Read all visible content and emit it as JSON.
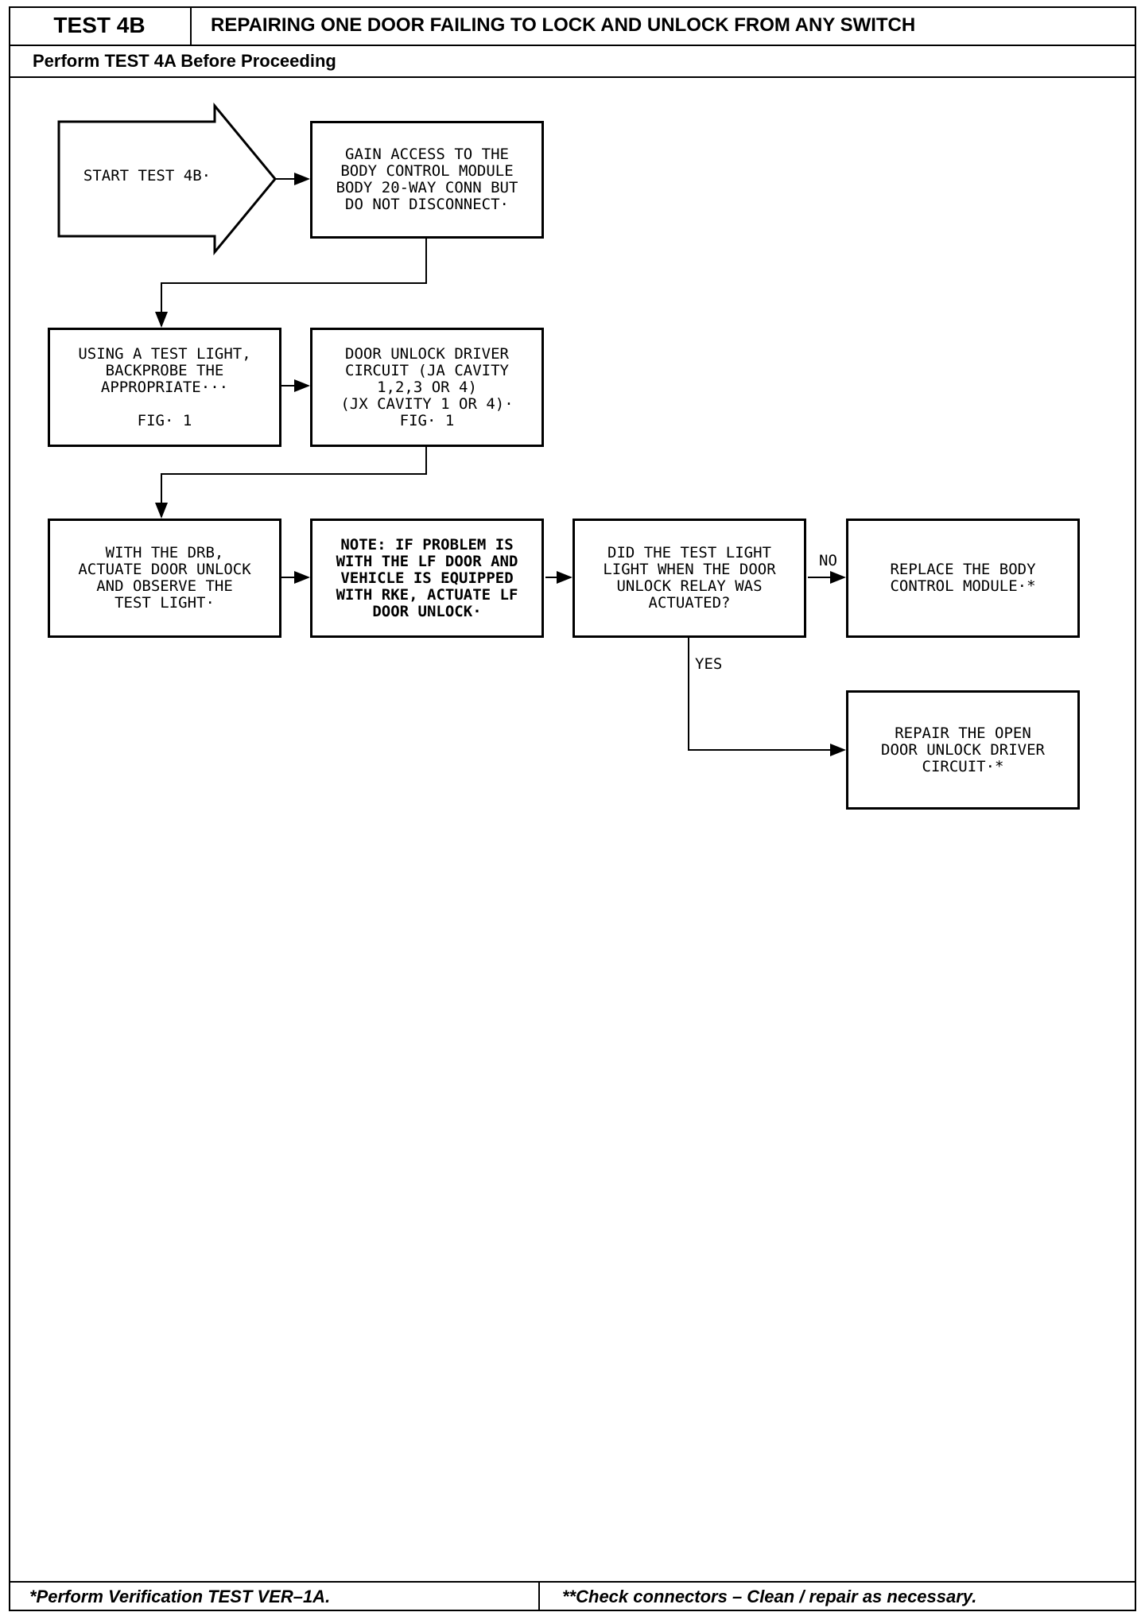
{
  "header": {
    "test_id": "TEST 4B",
    "title": "REPAIRING ONE DOOR FAILING TO LOCK AND UNLOCK FROM ANY SWITCH",
    "prerequisite": "Perform TEST 4A Before Proceeding"
  },
  "flow": {
    "start": "START TEST 4B·",
    "step_gain_access": "GAIN ACCESS TO THE\nBODY CONTROL MODULE\nBODY 20-WAY CONN BUT\nDO NOT DISCONNECT·",
    "step_test_light": "USING A TEST LIGHT,\nBACKPROBE THE\nAPPROPRIATE···\n\nFIG· 1",
    "step_driver_circuit": "DOOR UNLOCK DRIVER\nCIRCUIT (JA CAVITY\n1,2,3 OR 4)\n(JX CAVITY 1 OR 4)·\nFIG· 1",
    "step_drb": "WITH THE DRB,\nACTUATE DOOR UNLOCK\nAND OBSERVE THE\nTEST LIGHT·",
    "step_note": "NOTE: IF PROBLEM IS\nWITH THE LF DOOR AND\nVEHICLE IS EQUIPPED\nWITH RKE, ACTUATE LF\nDOOR UNLOCK·",
    "question": "DID THE TEST LIGHT\nLIGHT WHEN THE DOOR\nUNLOCK RELAY WAS\nACTUATED?",
    "answer_no": "NO",
    "answer_yes": "YES",
    "result_no": "REPLACE THE BODY\nCONTROL MODULE·*",
    "result_yes": "REPAIR THE OPEN\nDOOR UNLOCK DRIVER\nCIRCUIT·*"
  },
  "footer": {
    "left": "*Perform Verification TEST VER–1A.",
    "right": "**Check connectors – Clean / repair as necessary."
  }
}
